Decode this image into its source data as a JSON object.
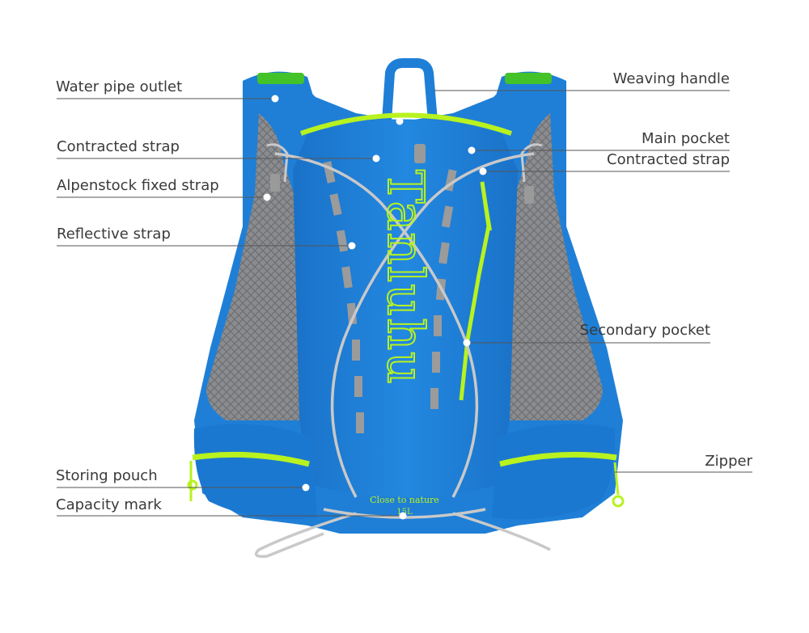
{
  "product": {
    "brand": "Tanluhu",
    "tagline": "Close to nature",
    "capacity": "15L"
  },
  "colors": {
    "bag_blue": "#1f7fd6",
    "bag_dark_blue": "#1465b4",
    "accent_green": "#b8f21f",
    "mesh_gray": "#7d7f82",
    "cord_gray": "#c8c8c8",
    "reflective_gray": "#9a9a9a",
    "label_text": "#3a3a3a",
    "leader_line": "#555555"
  },
  "callouts": {
    "left": [
      {
        "label": "Water pipe outlet"
      },
      {
        "label": "Contracted strap"
      },
      {
        "label": "Alpenstock fixed strap"
      },
      {
        "label": "Reflective strap"
      },
      {
        "label": "Storing pouch"
      },
      {
        "label": "Capacity mark"
      }
    ],
    "right": [
      {
        "label": "Weaving handle"
      },
      {
        "label": "Main pocket"
      },
      {
        "label": "Contracted strap"
      },
      {
        "label": "Secondary pocket"
      },
      {
        "label": "Zipper"
      }
    ]
  }
}
